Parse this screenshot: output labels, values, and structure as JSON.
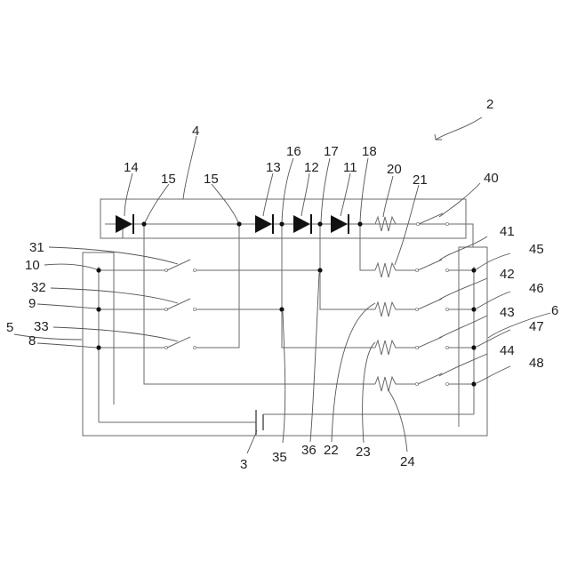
{
  "diagram": {
    "reference_numerals": [
      {
        "id": "n2",
        "text": "2"
      },
      {
        "id": "n4",
        "text": "4"
      },
      {
        "id": "n16",
        "text": "16"
      },
      {
        "id": "n17",
        "text": "17"
      },
      {
        "id": "n18",
        "text": "18"
      },
      {
        "id": "n20",
        "text": "20"
      },
      {
        "id": "n21",
        "text": "21"
      },
      {
        "id": "n40",
        "text": "40"
      },
      {
        "id": "n14",
        "text": "14"
      },
      {
        "id": "n15a",
        "text": "15"
      },
      {
        "id": "n15b",
        "text": "15"
      },
      {
        "id": "n13",
        "text": "13"
      },
      {
        "id": "n12",
        "text": "12"
      },
      {
        "id": "n11",
        "text": "11"
      },
      {
        "id": "n31",
        "text": "31"
      },
      {
        "id": "n41",
        "text": "41"
      },
      {
        "id": "n45",
        "text": "45"
      },
      {
        "id": "n10",
        "text": "10"
      },
      {
        "id": "n32",
        "text": "32"
      },
      {
        "id": "n42",
        "text": "42"
      },
      {
        "id": "n46",
        "text": "46"
      },
      {
        "id": "n9",
        "text": "9"
      },
      {
        "id": "n6",
        "text": "6"
      },
      {
        "id": "n43",
        "text": "43"
      },
      {
        "id": "n33",
        "text": "33"
      },
      {
        "id": "n5",
        "text": "5"
      },
      {
        "id": "n47",
        "text": "47"
      },
      {
        "id": "n8",
        "text": "8"
      },
      {
        "id": "n44",
        "text": "44"
      },
      {
        "id": "n48",
        "text": "48"
      },
      {
        "id": "n3",
        "text": "3"
      },
      {
        "id": "n35",
        "text": "35"
      },
      {
        "id": "n36",
        "text": "36"
      },
      {
        "id": "n22",
        "text": "22"
      },
      {
        "id": "n23",
        "text": "23"
      },
      {
        "id": "n24",
        "text": "24"
      }
    ]
  }
}
